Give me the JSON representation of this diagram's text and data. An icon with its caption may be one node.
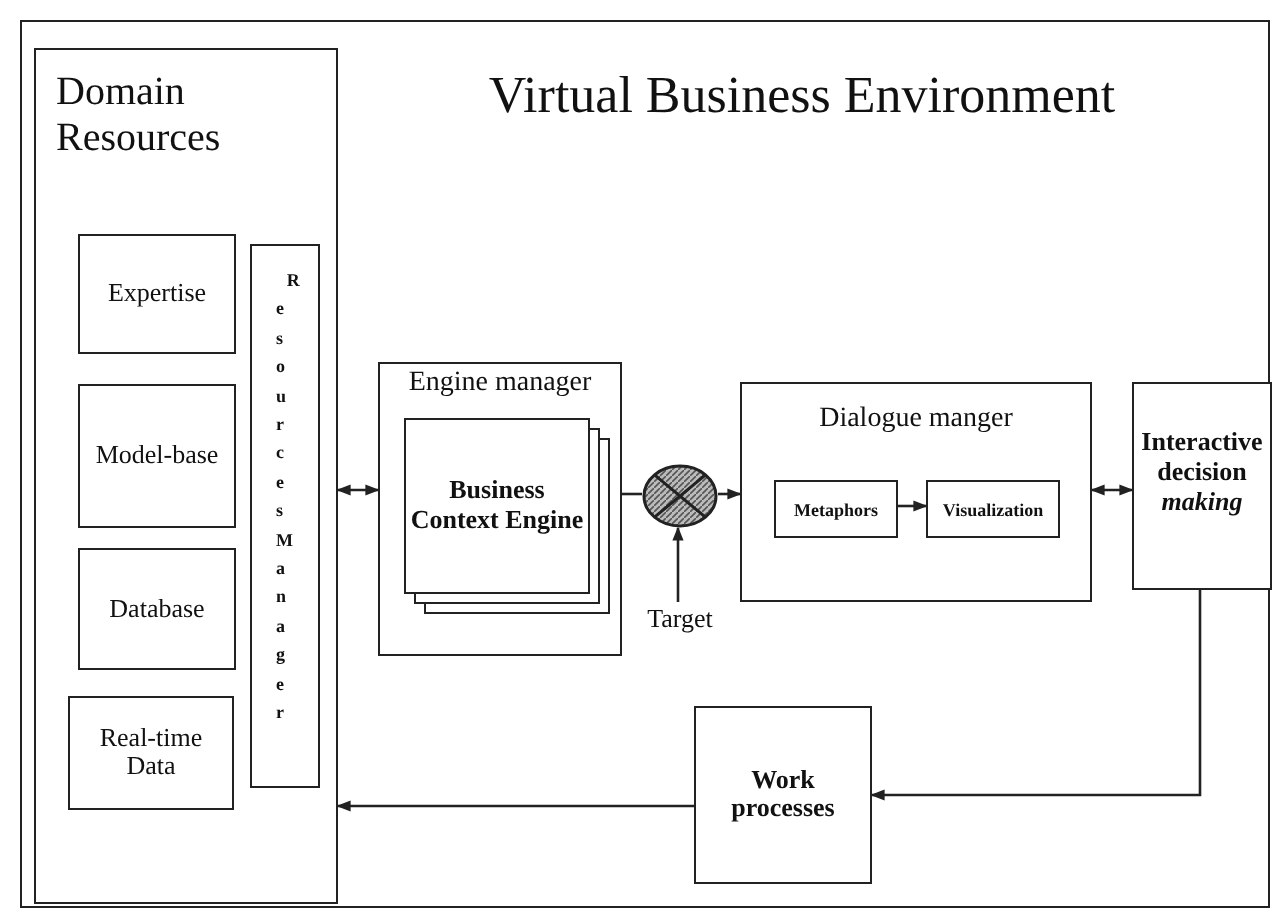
{
  "diagram": {
    "nodes": [
      {
        "text": [
          "Virtual Business Environment"
        ]
      },
      {
        "text": [
          "Domain Resources"
        ],
        "in": 0
      },
      {
        "text": [
          "Expertise"
        ],
        "in": 1
      },
      {
        "text": [
          "Model-base"
        ],
        "in": 1
      },
      {
        "text": [
          "Database"
        ],
        "in": 1
      },
      {
        "text": [
          "Real-time Data"
        ],
        "in": 1
      },
      {
        "text": [
          "Resources Manager"
        ],
        "in": 1
      },
      {
        "text": [
          "Engine manager"
        ],
        "in": 0
      },
      {
        "text": [
          "Business Context Engine"
        ],
        "in": 7
      },
      {
        "text": [],
        "shape": "circle",
        "in": 0
      },
      {
        "text": [
          "Target"
        ],
        "in": 0
      },
      {
        "text": [
          "Dialogue manger"
        ],
        "in": 0
      },
      {
        "text": [
          "Metaphors"
        ],
        "in": 11
      },
      {
        "text": [
          "Visualization"
        ],
        "in": 11
      },
      {
        "text": [
          "Interactive decision *making*"
        ],
        "in": 0
      },
      {
        "text": [
          "Work processes"
        ],
        "in": 0
      }
    ],
    "edges": [
      {
        "from": 1,
        "to": 7,
        "arrow": "both"
      },
      {
        "from": 7,
        "to": 9,
        "arrow": "none"
      },
      {
        "from": 9,
        "to": 11,
        "arrow": "to"
      },
      {
        "from": 10,
        "to": 9,
        "arrow": "to"
      },
      {
        "from": 12,
        "to": 13,
        "arrow": "to"
      },
      {
        "from": 11,
        "to": 14,
        "arrow": "both"
      },
      {
        "from": 14,
        "to": 15,
        "arrow": "to"
      },
      {
        "from": 15,
        "to": 1,
        "arrow": "to"
      }
    ]
  }
}
